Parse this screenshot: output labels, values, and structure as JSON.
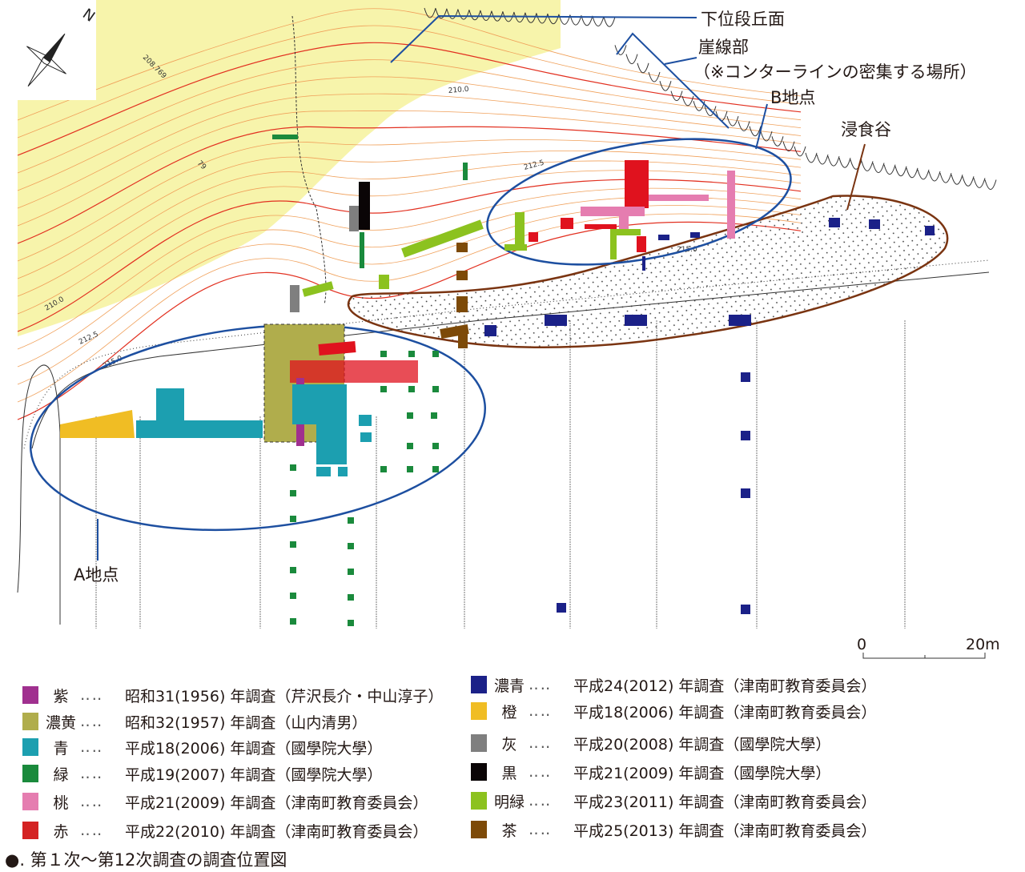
{
  "map": {
    "labels": {
      "lower_terrace": "下位段丘面",
      "cliff": "崖線部",
      "cliff_note": "（※コンターラインの密集する場所）",
      "point_b": "B地点",
      "erosion_valley": "浸食谷",
      "point_a": "A地点",
      "north": "N"
    },
    "contours": [
      "208.769",
      "210.0",
      "212.5",
      "215.0",
      "210.0",
      "212.5",
      "215.0",
      "79"
    ],
    "scale": {
      "start": "0",
      "end": "20m"
    }
  },
  "colors": {
    "purple": "#a0308f",
    "dark_yellow": "#b0ad4c",
    "cyan": "#1c9fb0",
    "green": "#1a8a3c",
    "pink": "#e57db0",
    "red": "#e0121e",
    "navy": "#1b2188",
    "orange": "#f0bd24",
    "gray": "#7f7f7f",
    "black": "#0a0506",
    "lime": "#8cc21f",
    "brown": "#7d4a08",
    "blue_line": "#1d4fa0",
    "brown_line": "#7a3411",
    "yellow_fill": "#f7f4ab",
    "contour": "#f0a05a",
    "contour_major": "#e23020"
  },
  "legend": [
    {
      "color": "#a0308f",
      "name": "紫",
      "text": "昭和31(1956) 年調査（芹沢長介・中山淳子）"
    },
    {
      "color": "#b0ad4c",
      "name": "濃黄",
      "text": "昭和32(1957) 年調査（山内清男）"
    },
    {
      "color": "#1c9fb0",
      "name": "青",
      "text": "平成18(2006) 年調査（國學院大學）"
    },
    {
      "color": "#1a8a3c",
      "name": "緑",
      "text": "平成19(2007) 年調査（國學院大學）"
    },
    {
      "color": "#e57db0",
      "name": "桃",
      "text": "平成21(2009) 年調査（津南町教育委員会）"
    },
    {
      "color": "#d42222",
      "name": "赤",
      "text": "平成22(2010) 年調査（津南町教育委員会）"
    },
    {
      "color": "#1b2188",
      "name": "濃青",
      "text": "平成24(2012) 年調査（津南町教育委員会）"
    },
    {
      "color": "#f0bd24",
      "name": "橙",
      "text": "平成18(2006) 年調査（津南町教育委員会）"
    },
    {
      "color": "#7f7f7f",
      "name": "灰",
      "text": "平成20(2008) 年調査（國學院大學）"
    },
    {
      "color": "#0a0506",
      "name": "黒",
      "text": "平成21(2009) 年調査（國學院大學）"
    },
    {
      "color": "#8cc21f",
      "name": "明緑",
      "text": "平成23(2011) 年調査（津南町教育委員会）"
    },
    {
      "color": "#7d4a08",
      "name": "茶",
      "text": "平成25(2013) 年調査（津南町教育委員会）"
    }
  ],
  "legend_dots": "‥‥",
  "caption": "●. 第１次～第12次調査の調査位置図"
}
